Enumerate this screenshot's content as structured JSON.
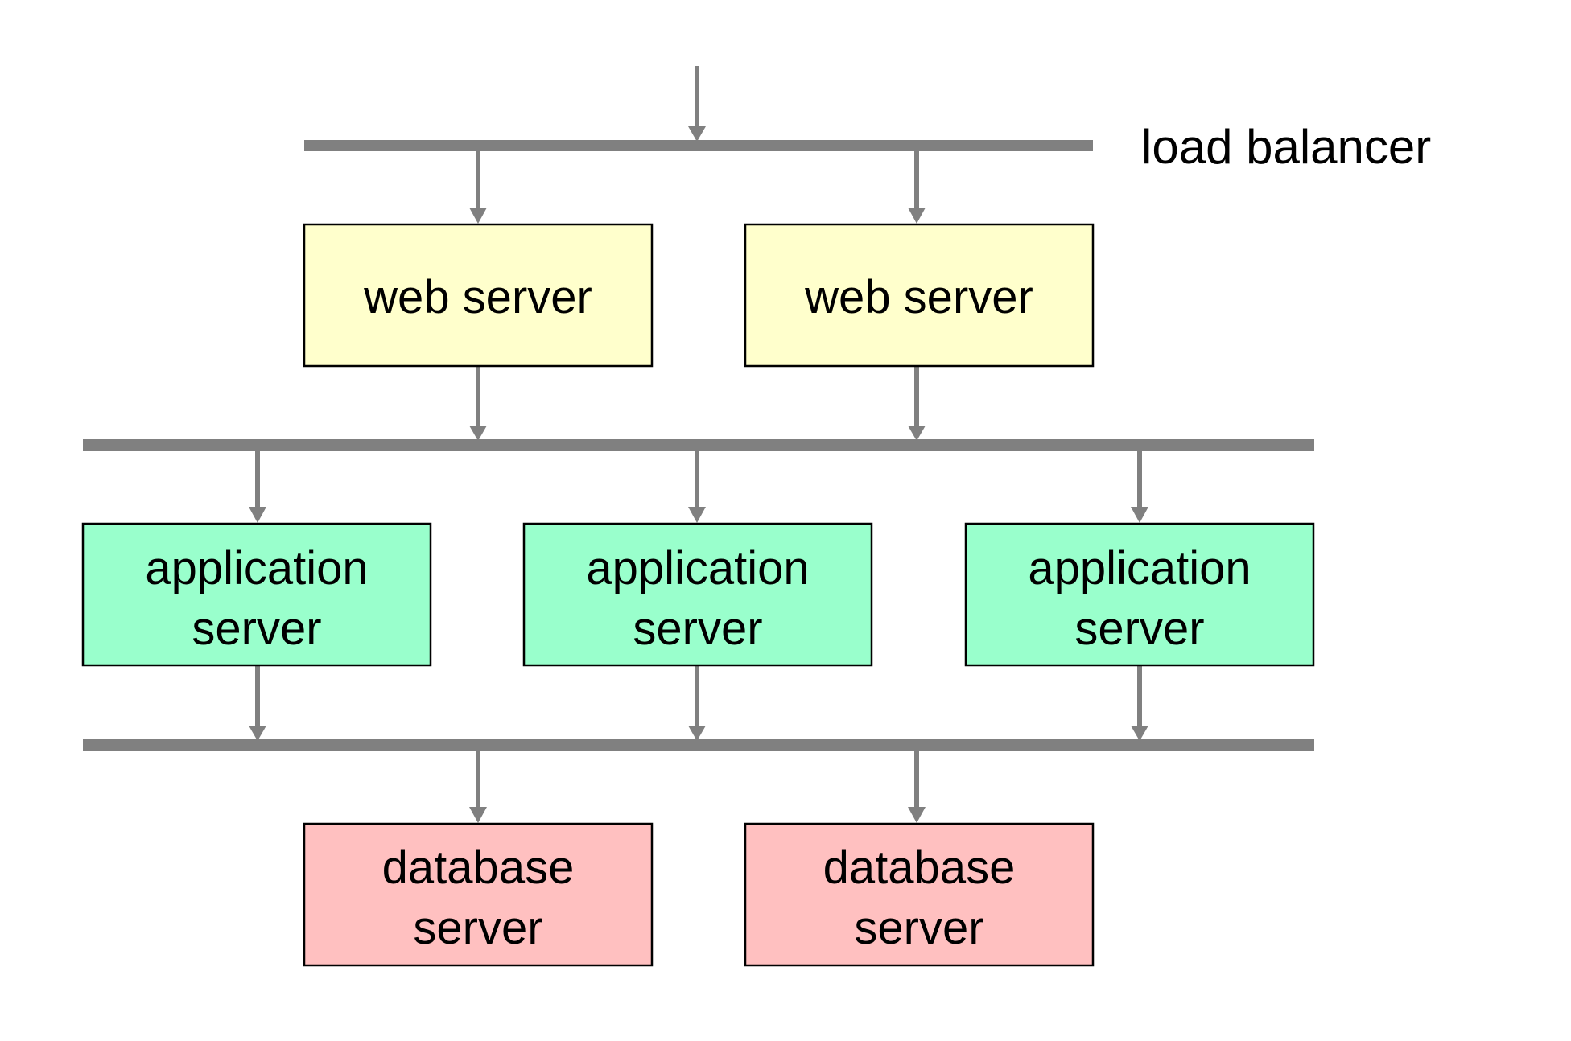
{
  "diagram": {
    "load_balancer_label": "load balancer",
    "web_servers": [
      {
        "line1": "web server"
      },
      {
        "line1": "web server"
      }
    ],
    "application_servers": [
      {
        "line1": "application",
        "line2": "server"
      },
      {
        "line1": "application",
        "line2": "server"
      },
      {
        "line1": "application",
        "line2": "server"
      }
    ],
    "database_servers": [
      {
        "line1": "database",
        "line2": "server"
      },
      {
        "line1": "database",
        "line2": "server"
      }
    ]
  },
  "colors": {
    "web_server_fill": "#ffffcc",
    "application_server_fill": "#99ffcc",
    "database_server_fill": "#ffc0c0",
    "bus_color": "#808080",
    "border_color": "#000000"
  }
}
